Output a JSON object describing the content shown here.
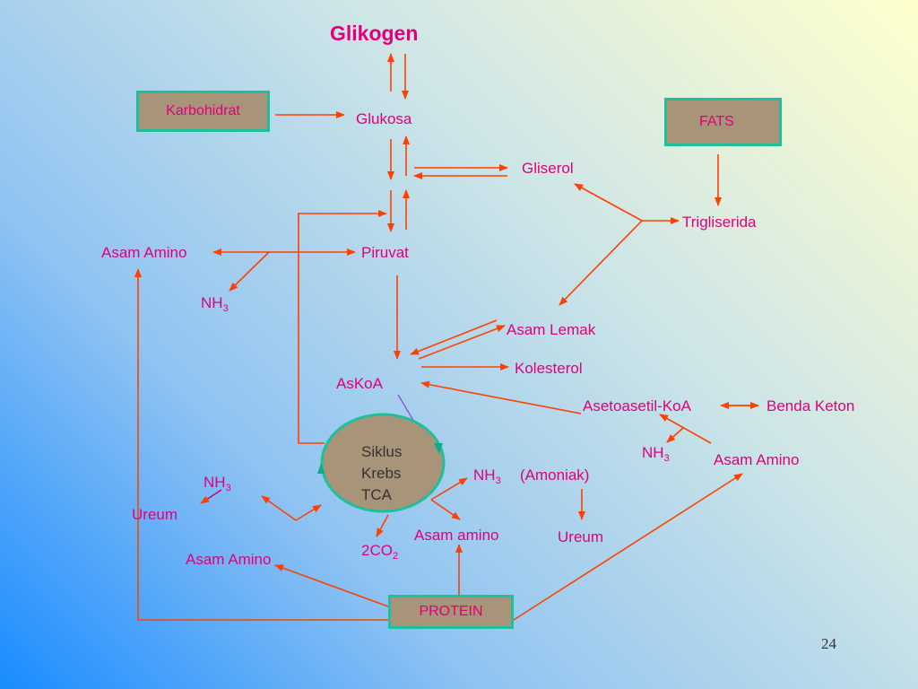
{
  "colors": {
    "arrow": "#ff4000",
    "text": "#e0007a",
    "box_fill": "#a89478",
    "box_border": "#1fbf9a"
  },
  "nodes": {
    "glikogen": "Glikogen",
    "karbohidrat": "Karbohidrat",
    "glukosa": "Glukosa",
    "fats": "FATS",
    "gliserol": "Gliserol",
    "trigliserida": "Trigliserida",
    "asam_amino_top": "Asam Amino",
    "piruvat": "Piruvat",
    "nh3_left": "NH",
    "asam_lemak": "Asam Lemak",
    "kolesterol": "Kolesterol",
    "askoa": "AsKoA",
    "asetoasetil": "Asetoasetil-KoA",
    "benda_keton": "Benda Keton",
    "nh3_right": "NH",
    "asam_amino_right": "Asam Amino",
    "siklus_line1": "Siklus",
    "siklus_line2": "Krebs",
    "siklus_line3": "TCA",
    "nh3_center": "NH",
    "amoniak": "(Amoniak)",
    "nh3_lower_left": "NH",
    "ureum_left": "Ureum",
    "asam_amino_lower_left": "Asam Amino",
    "co2": "2CO",
    "co2_sub": "2",
    "asam_amino_center": "Asam amino",
    "ureum_center": "Ureum",
    "protein": "PROTEIN",
    "nh3_sub": "3"
  },
  "page_number": "24"
}
